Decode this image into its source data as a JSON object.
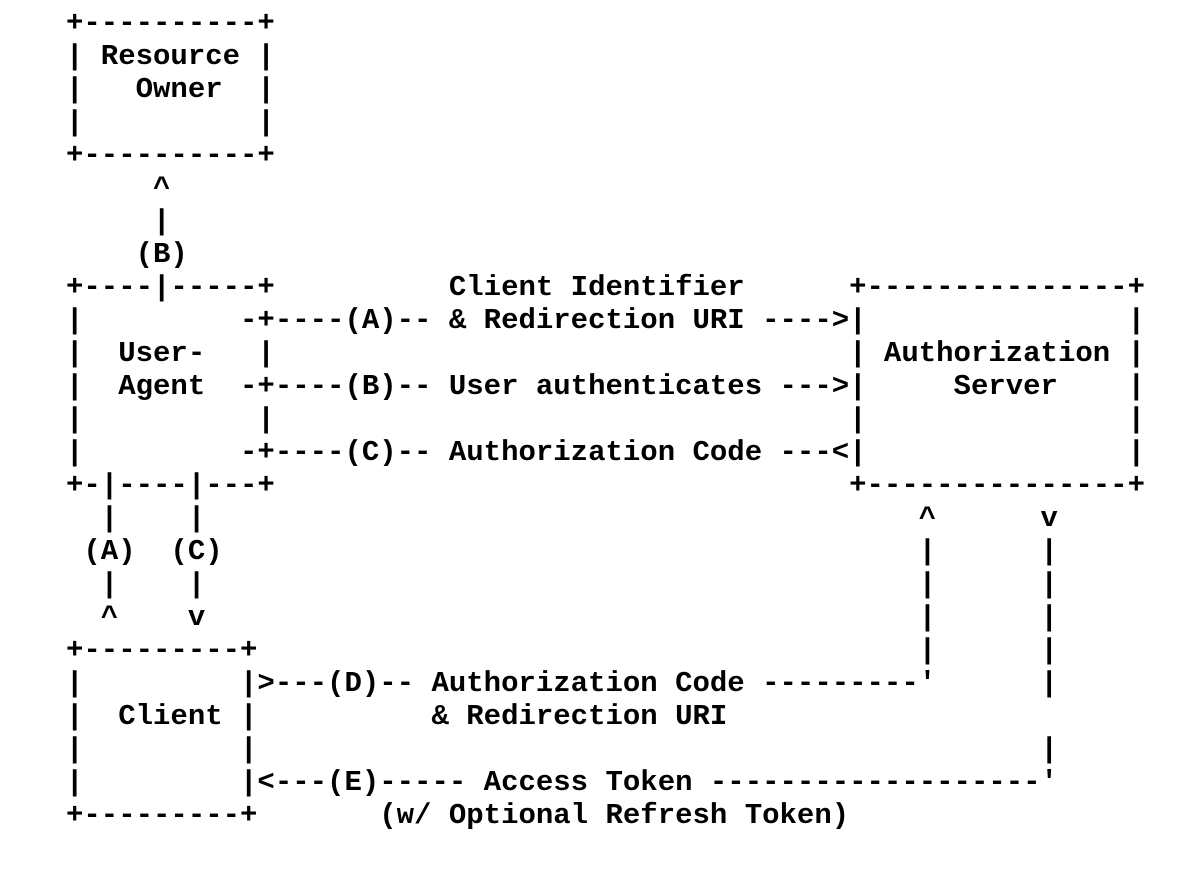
{
  "page": {
    "background_color": "#ffffff",
    "text_color": "#000000"
  },
  "diagram": {
    "type": "ascii-flow-diagram",
    "entities": [
      {
        "label": "Resource Owner"
      },
      {
        "label": "User-Agent"
      },
      {
        "label": "Authorization Server"
      },
      {
        "label": "Client"
      }
    ],
    "steps": [
      {
        "label": "(A)",
        "text": "Client Identifier & Redirection URI",
        "direction": "User-Agent -> Authorization Server"
      },
      {
        "label": "(B)",
        "text": "User authenticates",
        "direction": "Resource Owner / User-Agent -> Authorization Server"
      },
      {
        "label": "(C)",
        "text": "Authorization Code",
        "direction": "Authorization Server -> User-Agent"
      },
      {
        "label": "(D)",
        "text": "Authorization Code & Redirection URI",
        "direction": "Client -> Authorization Server"
      },
      {
        "label": "(E)",
        "text": "Access Token (w/ Optional Refresh Token)",
        "direction": "Authorization Server -> Client"
      }
    ],
    "ascii_lines": [
      "+----------+",
      "| Resource |",
      "|   Owner  |",
      "|          |",
      "+----------+",
      "     ^",
      "     |",
      "    (B)",
      "+----|-----+          Client Identifier      +---------------+",
      "|         -+----(A)-- & Redirection URI ---->|               |",
      "|  User-   |                                 | Authorization |",
      "|  Agent  -+----(B)-- User authenticates --->|     Server    |",
      "|          |                                 |               |",
      "|         -+----(C)-- Authorization Code ---<|               |",
      "+-|----|---+                                 +---------------+",
      "  |    |                                         ^      v",
      " (A)  (C)                                        |      |",
      "  |    |                                         |      |",
      "  ^    v                                         |      |",
      "+---------+                                      |      |",
      "|         |>---(D)-- Authorization Code ---------'      |",
      "|  Client |          & Redirection URI",
      "|         |                                             |",
      "|         |<---(E)----- Access Token -------------------'",
      "+---------+       (w/ Optional Refresh Token)"
    ]
  }
}
